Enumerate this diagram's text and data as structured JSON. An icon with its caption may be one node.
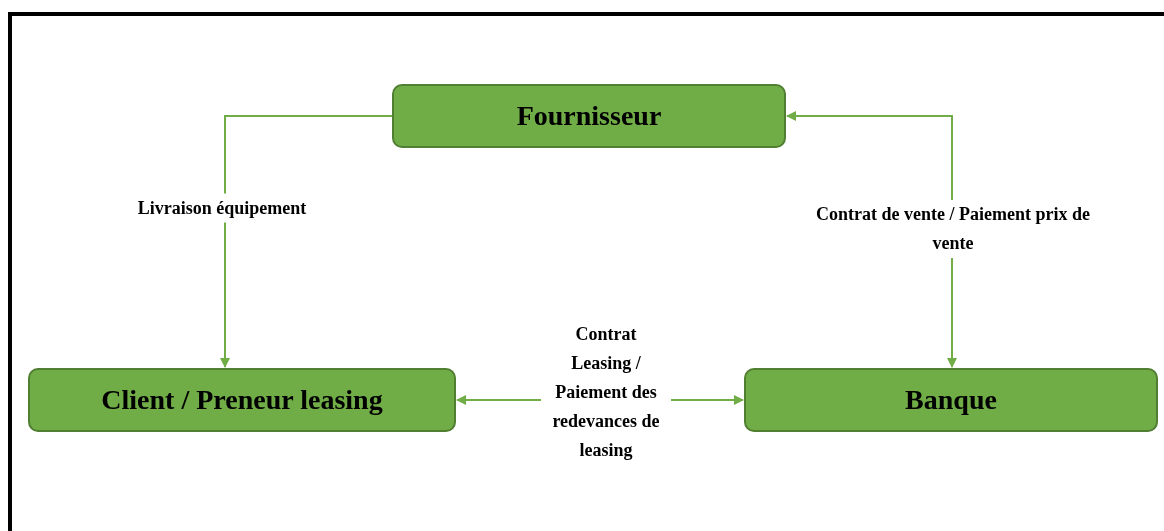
{
  "diagram": {
    "nodes": [
      {
        "text": [
          "Fournisseur"
        ]
      },
      {
        "text": [
          "Client / Preneur leasing"
        ]
      },
      {
        "text": [
          "Banque"
        ]
      }
    ],
    "edges": [
      {
        "from": 0,
        "to": 1,
        "arrow": "to",
        "label": "Livraison équipement"
      },
      {
        "from": 2,
        "to": 0,
        "arrow": "both",
        "label": "Contrat de vente / Paiement prix de vente"
      },
      {
        "from": 1,
        "to": 2,
        "arrow": "both",
        "label": "Contrat Leasing / Paiement des redevances de leasing"
      }
    ]
  }
}
